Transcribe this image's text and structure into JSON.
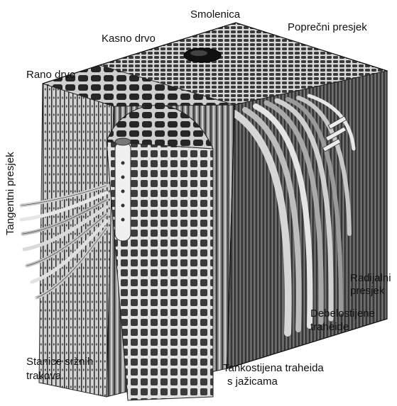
{
  "labels": {
    "smolenica": "Smolenica",
    "kasno_drvo": "Kasno drvo",
    "poprecni_presjek": "Poprečni presjek",
    "rano_drvo": "Rano drvo",
    "tangentni_presjek": "Tangentni presjek",
    "radijalni_presjek_1": "Radijalni",
    "radijalni_presjek_2": "presjek",
    "debelostijene_1": "Debelostijene",
    "debelostijene_2": "traheide",
    "stanice_1": "Stanice sržnih",
    "stanice_2": "trakova",
    "tankostijena_1": "Tankostijena traheida",
    "tankostijena_2": "s jažicama"
  }
}
